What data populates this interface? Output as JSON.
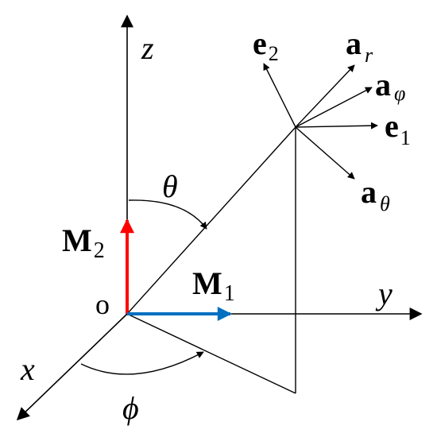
{
  "diagram": {
    "labels": {
      "z": "z",
      "y": "y",
      "x": "x",
      "origin": "o",
      "theta": "θ",
      "phi": "ϕ",
      "e2_main": "e",
      "e2_sub": "2",
      "e1_main": "e",
      "e1_sub": "1",
      "ar_main": "a",
      "ar_sub": "r",
      "aphi_main": "a",
      "aphi_sub": "φ",
      "atheta_main": "a",
      "atheta_sub": "θ",
      "M2_main": "M",
      "M2_sub": "2",
      "M1_main": "M",
      "M1_sub": "1"
    },
    "colors": {
      "M2": "#ff0000",
      "M1": "#0070c0",
      "lines": "#000000"
    }
  }
}
